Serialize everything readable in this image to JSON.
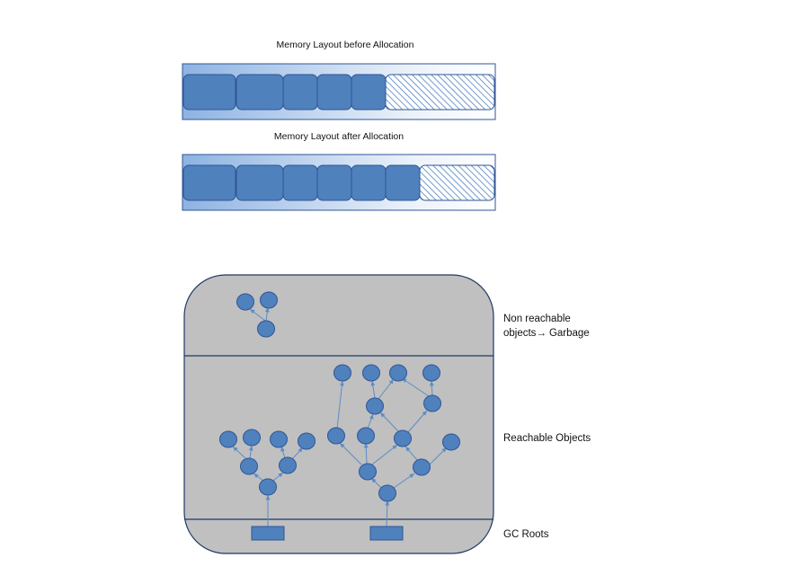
{
  "memory": {
    "before_title": "Memory Layout before Allocation",
    "after_title": "Memory Layout after Allocation",
    "before_allocated_blocks": 5,
    "after_allocated_blocks": 6
  },
  "heap": {
    "garbage_label_line1": "Non reachable",
    "garbage_label_line2": "objects",
    "garbage_label_arrow": "→",
    "garbage_label_word": "Garbage",
    "reachable_label": "Reachable Objects",
    "roots_label": "GC Roots"
  },
  "colors": {
    "object_fill": "#4f81bd",
    "object_stroke": "#2f5597",
    "heap_fill": "#c0c0c0",
    "gradient_start": "#8db3e2",
    "gradient_end": "#ffffff"
  }
}
